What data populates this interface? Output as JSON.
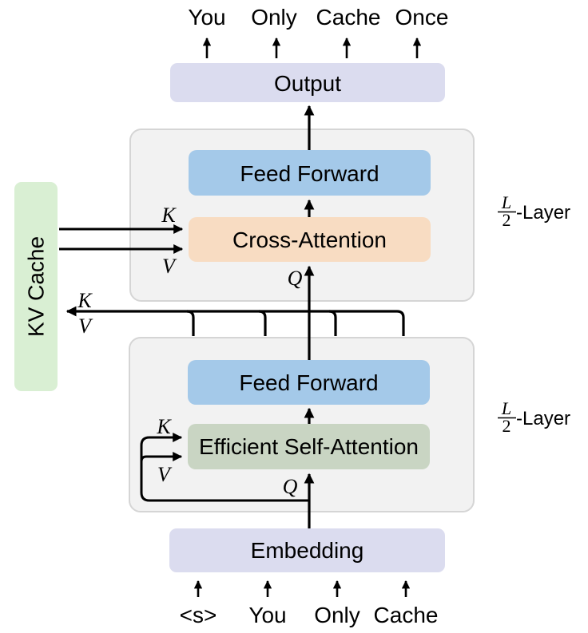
{
  "colors": {
    "lavender": "#dbdcef",
    "blue": "#a4c9e9",
    "peach": "#f8dcc2",
    "sage": "#c9d5c3",
    "green": "#d9efd3",
    "block_fill": "#f2f2f2",
    "block_border": "#d5d5d5"
  },
  "top_tokens": [
    "You",
    "Only",
    "Cache",
    "Once"
  ],
  "bottom_tokens": [
    "<s>",
    "You",
    "Only",
    "Cache"
  ],
  "boxes": {
    "output": "Output",
    "embedding": "Embedding",
    "kv_cache": "KV Cache",
    "cross_decoder": {
      "feed_forward": "Feed Forward",
      "attention": "Cross-Attention"
    },
    "self_decoder": {
      "feed_forward": "Feed Forward",
      "attention": "Efficient Self-Attention"
    }
  },
  "math_labels": {
    "k": "K",
    "v": "V",
    "q": "Q"
  },
  "layer_label": {
    "numerator": "L",
    "denominator": "2",
    "suffix": "-Layer"
  }
}
